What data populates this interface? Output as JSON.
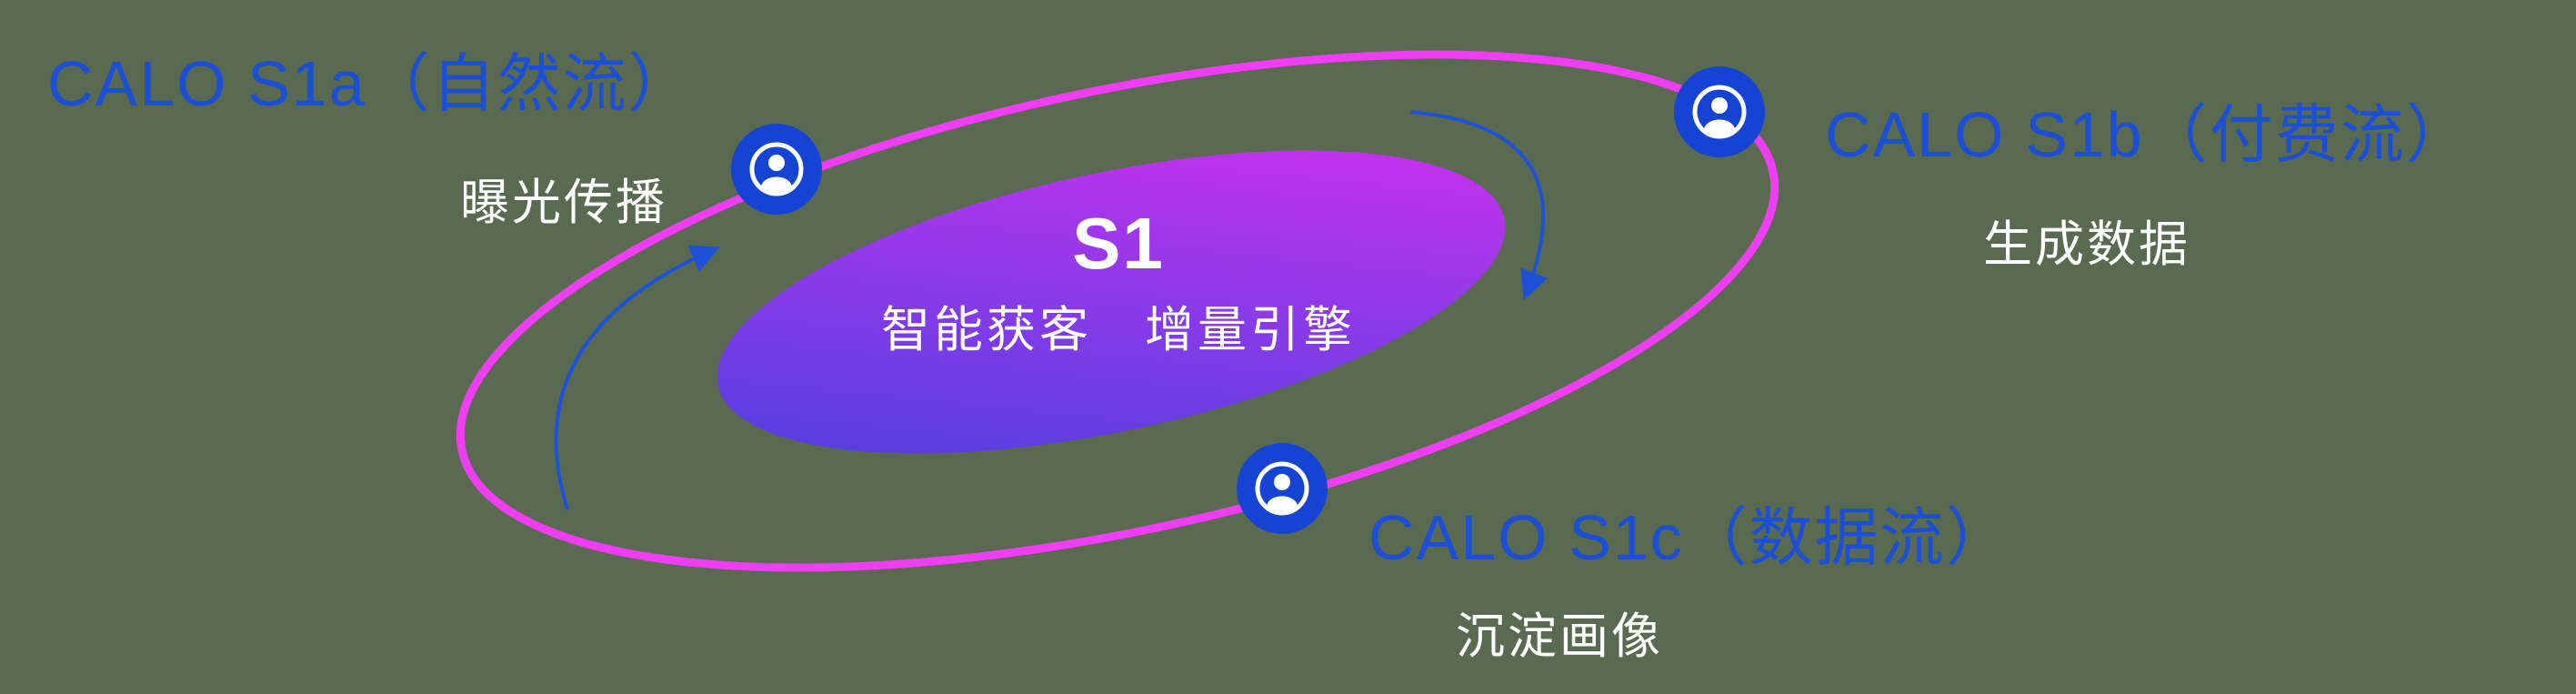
{
  "diagram": {
    "center": {
      "title": "S1",
      "subtitle": "智能获客　增量引擎"
    },
    "nodes": [
      {
        "id": "s1a",
        "label": "CALO S1a（自然流）",
        "sublabel": "曝光传播",
        "icon": "user-icon"
      },
      {
        "id": "s1b",
        "label": "CALO S1b（付费流）",
        "sublabel": "生成数据",
        "icon": "user-icon"
      },
      {
        "id": "s1c",
        "label": "CALO S1c（数据流）",
        "sublabel": "沉淀画像",
        "icon": "user-icon"
      }
    ],
    "colors": {
      "background": "#5a6a50",
      "orbit_ring": "#ee3df2",
      "label_blue": "#1b4fd6",
      "icon_blue": "#1544d4",
      "arrow_blue": "#1d52d8",
      "gradient_start": "#4640e0",
      "gradient_mid": "#8a3ae8",
      "gradient_end": "#d92ff0",
      "text_white": "#ffffff"
    }
  }
}
